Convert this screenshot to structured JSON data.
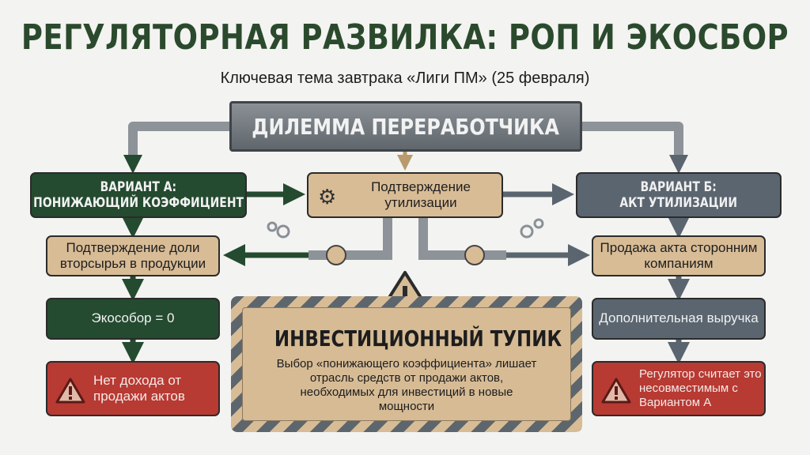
{
  "header": {
    "title": "РЕГУЛЯТОРНАЯ РАЗВИЛКА: РОП И ЭКОСБОР",
    "subtitle": "Ключевая тема завтрака «Лиги ПМ» (25 февраля)"
  },
  "banner": "ДИЛЕММА ПЕРЕРАБОТЧИКА",
  "center": {
    "label": "Подтверждение утилизации",
    "icon": "gear-icon"
  },
  "option_a": {
    "header": "ВАРИАНТ А:",
    "subheader": "ПОНИЖАЮЩИЙ КОЭФФИЦИЕНТ",
    "step1": "Подтверждение доли вторсырья в продукции",
    "step2": "Экособор = 0",
    "result": "Нет дохода от продажи актов"
  },
  "option_b": {
    "header": "ВАРИАНТ Б:",
    "subheader": "АКТ УТИЛИЗАЦИИ",
    "step1": "Продажа акта сторонним компаниям",
    "step2": "Дополнительная выручка",
    "result": "Регулятор считает это несовместимым с Вариантом А"
  },
  "deadend": {
    "title": "ИНВЕСТИЦИОННЫЙ ТУПИК",
    "text": "Выбор «понижающего коэффициента» лишает отрасль средств от продажи актов, необходимых для инвестиций в новые мощности"
  },
  "colors": {
    "green": "#244a2f",
    "tan": "#d8bc96",
    "gray": "#5a6570",
    "red": "#b73a33",
    "title": "#2b4a2d"
  }
}
